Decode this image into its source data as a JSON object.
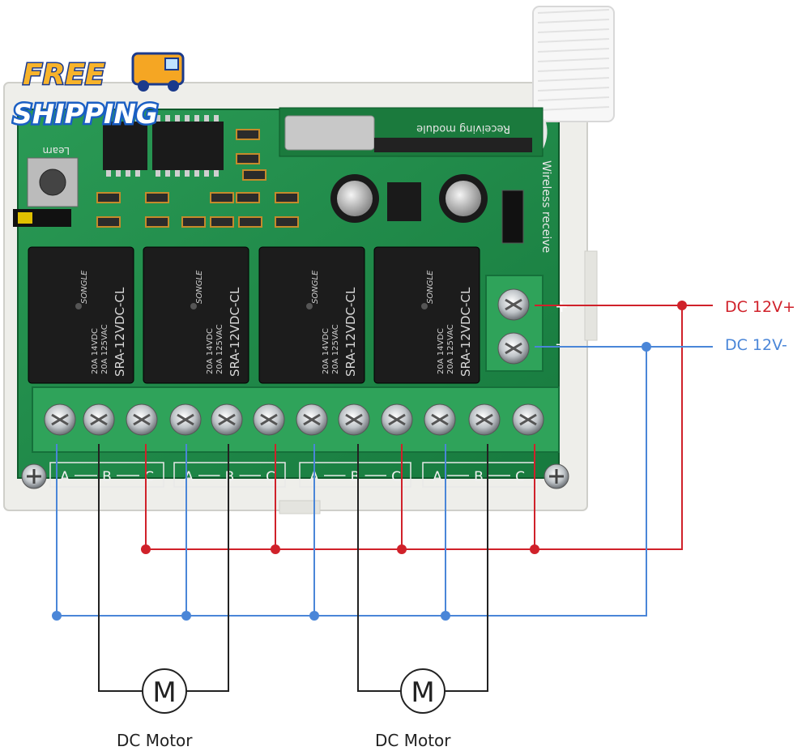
{
  "badge": {
    "line1": "FREE",
    "line2": "SHIPPING"
  },
  "board": {
    "module_label": "Receiving module",
    "side_label": "Wireless receive",
    "learn_label": "Learn",
    "relays": [
      {
        "brand": "SONGLE",
        "model": "SRA-12VDC-CL",
        "rating1": "20A 14VDC",
        "rating2": "20A 125VAC"
      },
      {
        "brand": "SONGLE",
        "model": "SRA-12VDC-CL",
        "rating1": "20A 14VDC",
        "rating2": "20A 125VAC"
      },
      {
        "brand": "SONGLE",
        "model": "SRA-12VDC-CL",
        "rating1": "20A 14VDC",
        "rating2": "20A 125VAC"
      },
      {
        "brand": "SONGLE",
        "model": "SRA-12VDC-CL",
        "rating1": "20A 14VDC",
        "rating2": "20A 125VAC"
      }
    ],
    "terminal_groups": [
      {
        "a": "A",
        "b": "B",
        "c": "C"
      },
      {
        "a": "A",
        "b": "B",
        "c": "C"
      },
      {
        "a": "A",
        "b": "B",
        "c": "C"
      },
      {
        "a": "A",
        "b": "B",
        "c": "C"
      }
    ],
    "power_terminal": {
      "plus": "+",
      "minus": "-"
    }
  },
  "labels": {
    "dc_pos": "DC 12V+",
    "dc_neg": "DC 12V-",
    "motor1": "DC Motor",
    "motor2": "DC Motor",
    "motor_symbol": "M"
  },
  "colors": {
    "positive": "#d0212a",
    "negative": "#4a86d8",
    "motor_wire": "#222222",
    "pcb": "#1f8a4a",
    "terminal": "#2fa35a",
    "relay": "#1a1a1a"
  }
}
